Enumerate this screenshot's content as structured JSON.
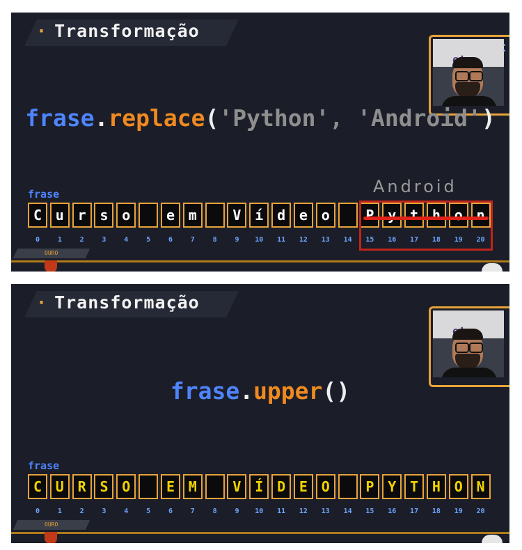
{
  "panels": [
    {
      "title": "Transformação",
      "code": {
        "obj": "frase",
        "dot": ".",
        "method": "replace",
        "open": "(",
        "arg1": "'Python'",
        "comma": ", ",
        "arg2": "'Android'",
        "close": ")"
      },
      "frase_label": "frase",
      "cells": [
        "C",
        "u",
        "r",
        "s",
        "o",
        " ",
        "e",
        "m",
        " ",
        "V",
        "í",
        "d",
        "e",
        "o",
        " ",
        "P",
        "y",
        "t",
        "h",
        "o",
        "n"
      ],
      "indices": [
        "0",
        "1",
        "2",
        "3",
        "4",
        "5",
        "6",
        "7",
        "8",
        "9",
        "10",
        "11",
        "12",
        "13",
        "14",
        "15",
        "16",
        "17",
        "18",
        "19",
        "20"
      ],
      "annotation": "Android",
      "badge": "OURO",
      "cam_logo": "et"
    },
    {
      "title": "Transformação",
      "code": {
        "obj": "frase",
        "dot": ".",
        "method": "upper",
        "parens": "()"
      },
      "frase_label": "frase",
      "cells": [
        "C",
        "U",
        "R",
        "S",
        "O",
        " ",
        "E",
        "M",
        " ",
        "V",
        "Í",
        "D",
        "E",
        "O",
        " ",
        "P",
        "Y",
        "T",
        "H",
        "O",
        "N"
      ],
      "indices": [
        "0",
        "1",
        "2",
        "3",
        "4",
        "5",
        "6",
        "7",
        "8",
        "9",
        "10",
        "11",
        "12",
        "13",
        "14",
        "15",
        "16",
        "17",
        "18",
        "19",
        "20"
      ],
      "badge": "OURO",
      "cam_logo": "et"
    }
  ],
  "colors": {
    "accent": "#e8a33a",
    "blue": "#4f84ff",
    "orange": "#f08a20",
    "strike": "#e02218",
    "upper_text": "#f2d200"
  }
}
